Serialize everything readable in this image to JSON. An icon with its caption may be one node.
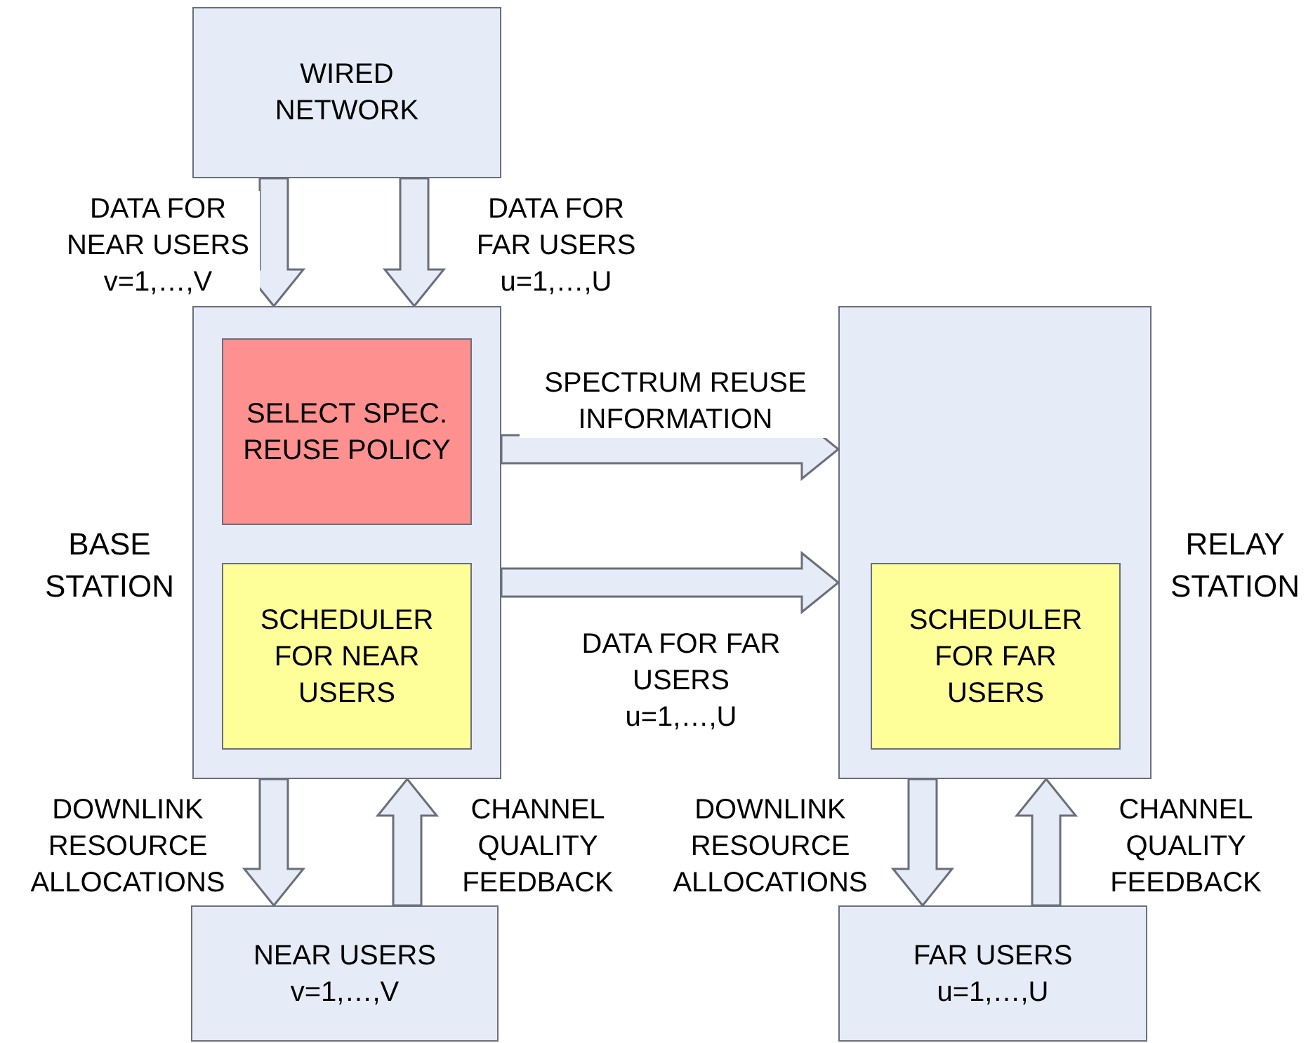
{
  "diagram": {
    "nodes": [
      {
        "text": [
          "WIRED NETWORK"
        ]
      },
      {
        "text": [
          "BASE STATION"
        ]
      },
      {
        "text": [
          "SELECT SPEC. REUSE POLICY"
        ],
        "in": 1
      },
      {
        "text": [
          "SCHEDULER FOR NEAR USERS"
        ],
        "in": 1
      },
      {
        "text": [
          "RELAY STATION"
        ]
      },
      {
        "text": [
          "SCHEDULER FOR FAR USERS"
        ],
        "in": 4
      },
      {
        "text": [
          "NEAR USERS",
          "v=1,…,V"
        ]
      },
      {
        "text": [
          "FAR USERS",
          "u=1,…,U"
        ]
      }
    ],
    "edges": [
      {
        "from": 0,
        "to": 1,
        "arrow": "to",
        "label": "DATA FOR NEAR USERS v=1,…,V"
      },
      {
        "from": 0,
        "to": 1,
        "arrow": "to",
        "label": "DATA FOR FAR USERS u=1,…,U"
      },
      {
        "from": 1,
        "to": 4,
        "arrow": "to",
        "label": "SPECTRUM REUSE INFORMATION"
      },
      {
        "from": 1,
        "to": 4,
        "arrow": "to",
        "label": "DATA FOR FAR USERS u=1,…,U"
      },
      {
        "from": 1,
        "to": 6,
        "arrow": "to",
        "label": "DOWNLINK RESOURCE ALLOCATIONS"
      },
      {
        "from": 6,
        "to": 1,
        "arrow": "to",
        "label": "CHANNEL QUALITY FEEDBACK"
      },
      {
        "from": 4,
        "to": 7,
        "arrow": "to",
        "label": "DOWNLINK RESOURCE ALLOCATIONS"
      },
      {
        "from": 7,
        "to": 4,
        "arrow": "to",
        "label": "CHANNEL QUALITY FEEDBACK"
      }
    ]
  }
}
